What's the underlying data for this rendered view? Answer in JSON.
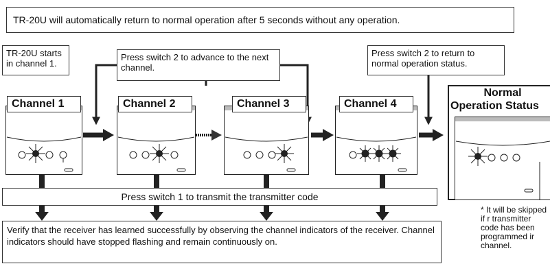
{
  "top_note": "TR-20U will automatically return to normal operation after 5 seconds without any operation.",
  "start_note": "TR-20U starts in channel 1.",
  "advance_note": "Press switch 2 to advance to the next channel.",
  "return_note": "Press switch 2 to return to normal operation status.",
  "panels": [
    {
      "title": "Channel 1"
    },
    {
      "title": "Channel 2"
    },
    {
      "title": "Channel 3"
    },
    {
      "title": "Channel 4"
    }
  ],
  "normal_title_line1": "Normal",
  "normal_title_line2": "Operation Status",
  "transmit_note": "Press switch 1 to transmit the transmitter code",
  "verify_note": "Verify that the receiver has learned successfully by observing the channel indicators of the receiver. Channel indicators should have stopped flashing and remain continuously on.",
  "skip_note": "* It will be skipped if r transmitter code has been programmed ir channel."
}
